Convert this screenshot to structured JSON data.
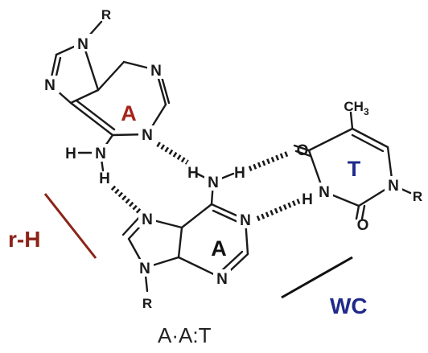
{
  "caption": "A·A:T",
  "labels": {
    "reverse_hoogsteen": "r-H",
    "watson_crick": "WC"
  },
  "label_colors": {
    "reverse_hoogsteen": "#8b2318",
    "watson_crick": "#1f2a8a"
  },
  "bases": {
    "top_adenine": {
      "name": "A",
      "color": "#a4251c",
      "substituent": "R",
      "atoms": {
        "n9": "N",
        "n7": "N",
        "n1": "N",
        "n3": "N",
        "n_amino": "N",
        "h_left": "H",
        "h_down": "H"
      }
    },
    "bottom_adenine": {
      "name": "A",
      "color": "#111111",
      "substituent": "R",
      "atoms": {
        "n7": "N",
        "n9": "N",
        "n1": "N",
        "n3": "N",
        "n_amino": "N",
        "h_left": "H",
        "h_right": "H"
      }
    },
    "thymine": {
      "name": "T",
      "color": "#1f2a8a",
      "substituent": "R",
      "methyl": "CH3",
      "atoms": {
        "o4": "O",
        "n3": "N",
        "h3": "H",
        "o2": "O",
        "n1": "N"
      }
    }
  }
}
